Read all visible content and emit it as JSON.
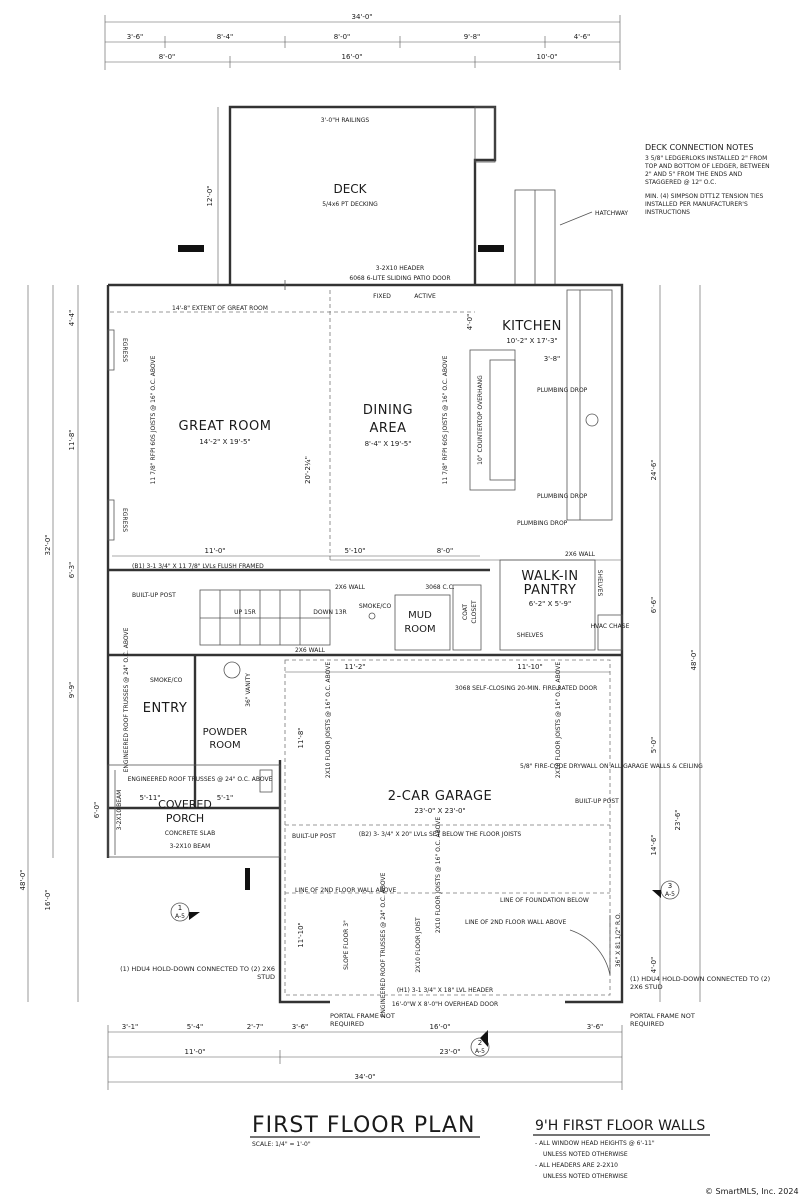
{
  "dimensions": {
    "overall_width": "34'-0\"",
    "top_row": [
      "3'-6\"",
      "8'-4\"",
      "8'-0\"",
      "9'-8\"",
      "4'-6\""
    ],
    "deck_row": [
      "8'-0\"",
      "16'-0\"",
      "10'-0\""
    ],
    "deck_depth": "12'-0\"",
    "left_outer": [
      "4'-4\"",
      "11'-8\"",
      "6'-3\"",
      "9'-9\"",
      "6'-0\"",
      "16'-0\""
    ],
    "left_overall": "48'-0\"",
    "left_mid": "32'-0\"",
    "right_inner": [
      "24'-6\"",
      "6'-6\"",
      "5'-0\"",
      "14'-6\"",
      "4'-0\""
    ],
    "right_mid": "23'-6\"",
    "right_overall": "48'-0\"",
    "bottom_row1": [
      "3'-1\"",
      "5'-4\"",
      "2'-7\"",
      "3'-6\"",
      "16'-0\"",
      "3'-6\""
    ],
    "bottom_row2": [
      "11'-0\"",
      "23'-0\""
    ],
    "bottom_overall": "34'-0\""
  },
  "rooms": {
    "deck": {
      "name": "DECK",
      "note": "5/4x6 PT DECKING"
    },
    "great_room": {
      "name": "GREAT ROOM",
      "size": "14'-2\" X 19'-5\""
    },
    "dining": {
      "name1": "DINING",
      "name2": "AREA",
      "size": "8'-4\" X 19'-5\""
    },
    "kitchen": {
      "name": "KITCHEN",
      "size": "10'-2\" X 17'-3\""
    },
    "pantry": {
      "name1": "WALK-IN",
      "name2": "PANTRY",
      "size": "6'-2\" X 5'-9\""
    },
    "mud": {
      "name1": "MUD",
      "name2": "ROOM"
    },
    "coat": {
      "name1": "COAT",
      "name2": "CLOSET"
    },
    "entry": {
      "name": "ENTRY"
    },
    "powder": {
      "name1": "POWDER",
      "name2": "ROOM"
    },
    "garage": {
      "name": "2-CAR GARAGE",
      "size": "23'-0\" X 23'-0\""
    },
    "porch": {
      "name1": "COVERED",
      "name2": "PORCH",
      "note": "CONCRETE SLAB"
    }
  },
  "labels": {
    "railings": "3'-0\"H RAILINGS",
    "hatchway": "HATCHWAY",
    "header": "3-2X10 HEADER",
    "patio_door": "6068 6-LITE SLIDING PATIO DOOR",
    "fixed": "FIXED",
    "active": "ACTIVE",
    "great_extent": "14'-8\" EXTENT OF GREAT ROOM",
    "egress1": "EGRESS",
    "egress2": "EGRESS",
    "joists1": "11 7/8\" RFPI 60S JOISTS @ 16\" O.C. ABOVE",
    "joists2": "11 7/8\" RFPI 60S JOISTS @ 16\" O.C. ABOVE",
    "overhang": "10\" COUNTERTOP OVERHANG",
    "plumbing1": "PLUMBING DROP",
    "plumbing2": "PLUMBING DROP",
    "plumbing3": "PLUMBING DROP",
    "dim_20": "20'-2¼\"",
    "dim_kitchen_38": "3'-8\"",
    "dim_kitchen_40": "4'-0\"",
    "beam": "(B1) 3-1 3/4\" X 11 7/8\" LVLs FLUSH FRAMED",
    "wall_2x6_a": "2X6 WALL",
    "wall_2x6_b": "2X6 WALL",
    "wall_2x6_c": "2X6 WALL",
    "cc3068": "3068 C.C.",
    "builtup_post1": "BUILT-UP POST",
    "builtup_post2": "BUILT-UP POST",
    "builtup_post3": "BUILT-UP POST",
    "stair_up": "UP 15R",
    "stair_down": "DOWN 13R",
    "smoke1": "SMOKE/CO",
    "smoke2": "SMOKE/CO",
    "shelves1": "SHELVES",
    "shelves2": "SHELVES",
    "hvac": "HVAC CHASE",
    "vanity": "36\" VANITY",
    "eng_roof1": "ENGINEERED ROOF TRUSSES @ 24\" O.C. ABOVE",
    "eng_roof2": "ENGINEERED ROOF TRUSSES @ 24\" O.C. ABOVE",
    "eng_roof3": "ENGINEERED ROOF TRUSSES @ 24\" O.C. ABOVE",
    "fire_door": "3068 SELF-CLOSING 20-MIN. FIRE RATED DOOR",
    "drywall": "5/8\" FIRE-CODE DRYWALL ON ALL GARAGE WALLS & CEILING",
    "floor_joists1": "2X10 FLOOR JOISTS @ 16\" O.C. ABOVE",
    "floor_joists2": "2X10 FLOOR JOISTS @ 16\" O.C. ABOVE",
    "floor_joists3": "2X10 FLOOR JOISTS @ 16\" O.C. ABOVE",
    "porch_beam1": "3-2X10 BEAM",
    "porch_beam2": "3-2X10 BEAM",
    "lvl_below": "(B2) 3- 3/4\" X 20\" LVLs SET BELOW THE FLOOR JOISTS",
    "line_2nd_above1": "LINE OF 2ND FLOOR WALL ABOVE",
    "line_2nd_above2": "LINE OF 2ND FLOOR WALL ABOVE",
    "line_foundation": "LINE OF FOUNDATION BELOW",
    "slope_floor": "SLOPE FLOOR 3\"",
    "floor_joist_small": "2X10 FLOOR JOIST",
    "header_h1": "(H1) 3-1 3/4\" X 18\" LVL HEADER",
    "overhead_door": "16'-0\"W X 8'-0\"H OVERHEAD DOOR",
    "hold_left": "(1) HDU4 HOLD-DOWN CONNECTED TO (2) 2X6 STUD",
    "hold_right": "(1) HDU4 HOLD-DOWN CONNECTED TO (2) 2X6 STUD",
    "portal_left": "PORTAL FRAME NOT REQUIRED",
    "portal_right": "PORTAL FRAME NOT REQUIRED",
    "ro": "36\" X 81 1/2\" R.O.",
    "dim_garage_112": "11'-2\"",
    "dim_garage_1110": "11'-10\"",
    "dim_11_0": "11'-0\"",
    "dim_5_10": "5'-10\"",
    "dim_8_0": "8'-0\"",
    "dim_5_11": "5'-11\"",
    "dim_5_1": "5'-1\"",
    "dim_11_10b": "11'-10\"",
    "dim_11_8": "11'-8\""
  },
  "deck_notes": {
    "title": "DECK CONNECTION NOTES",
    "note1": "3 5/8\" LEDGERLOKS INSTALLED 2\" FROM TOP AND BOTTOM OF LEDGER, BETWEEN 2\" AND 5\" FROM THE ENDS AND STAGGERED @ 12\" O.C.",
    "note2": "MIN. (4) SIMPSON DTT1Z TENSION TIES INSTALLED PER MANUFACTURER'S INSTRUCTIONS"
  },
  "title_block": {
    "title": "FIRST FLOOR PLAN",
    "scale": "SCALE: 1/4\" = 1'-0\"",
    "walls_title": "9'H FIRST FLOOR WALLS",
    "walls_note1": "- ALL WINDOW HEAD HEIGHTS @ 6'-11\"",
    "walls_note1b": "UNLESS NOTED OTHERWISE",
    "walls_note2": "- ALL HEADERS ARE 2-2X10",
    "walls_note2b": "UNLESS NOTED OTHERWISE",
    "watermark": "© SmartMLS, Inc. 2024"
  },
  "section_marks": {
    "mark1": "1",
    "sheet1": "A-5",
    "mark2": "2",
    "sheet2": "A-5",
    "mark3": "3",
    "sheet3": "A-5"
  }
}
